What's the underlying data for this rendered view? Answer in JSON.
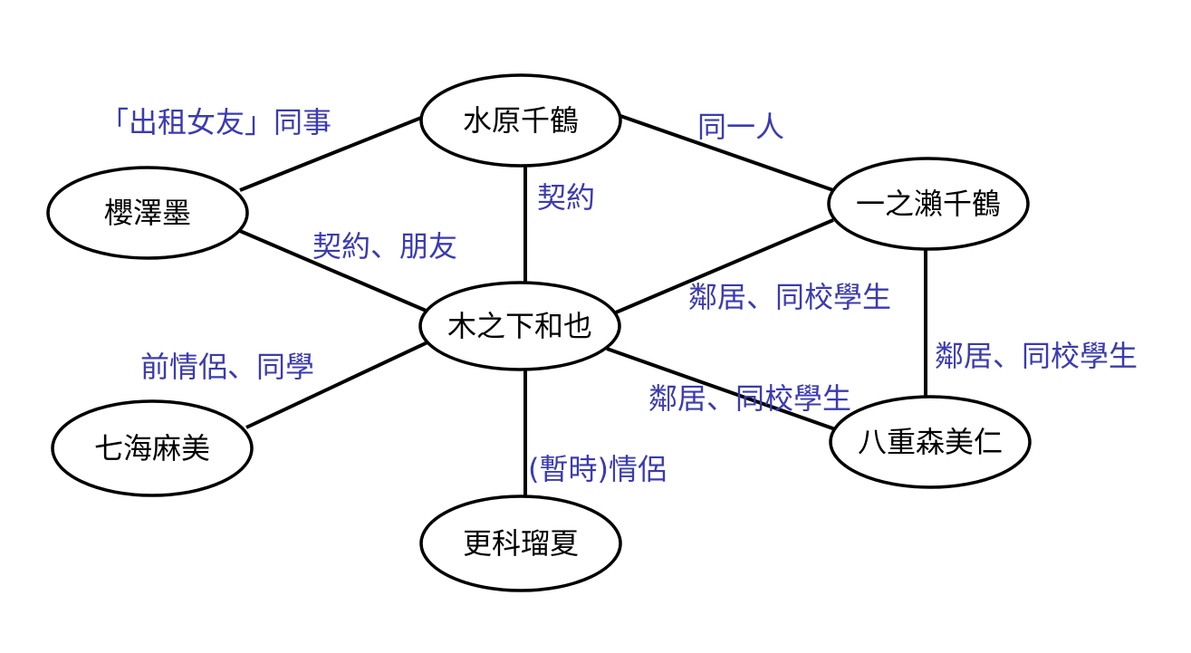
{
  "colors": {
    "node_stroke": "#000000",
    "edge_line": "#000000",
    "edge_label": "#3b3bb0",
    "background": "#ffffff"
  },
  "nodes": {
    "mizuhara": "水原千鶴",
    "sakurasawa": "櫻澤墨",
    "ichinose": "一之瀨千鶴",
    "kinoshita": "木之下和也",
    "nanami": "七海麻美",
    "yaemori": "八重森美仁",
    "sarashina": "更科瑠夏"
  },
  "edges": {
    "sakurasawa_mizuhara": "「出租女友」同事",
    "mizuhara_ichinose": "同一人",
    "mizuhara_kinoshita": "契約",
    "sakurasawa_kinoshita": "契約、朋友",
    "kinoshita_ichinose": "鄰居、同校學生",
    "ichinose_yaemori": "鄰居、同校學生",
    "nanami_kinoshita": "前情侶、同學",
    "kinoshita_yaemori": "鄰居、同校學生",
    "kinoshita_sarashina": "(暫時)情侶"
  }
}
